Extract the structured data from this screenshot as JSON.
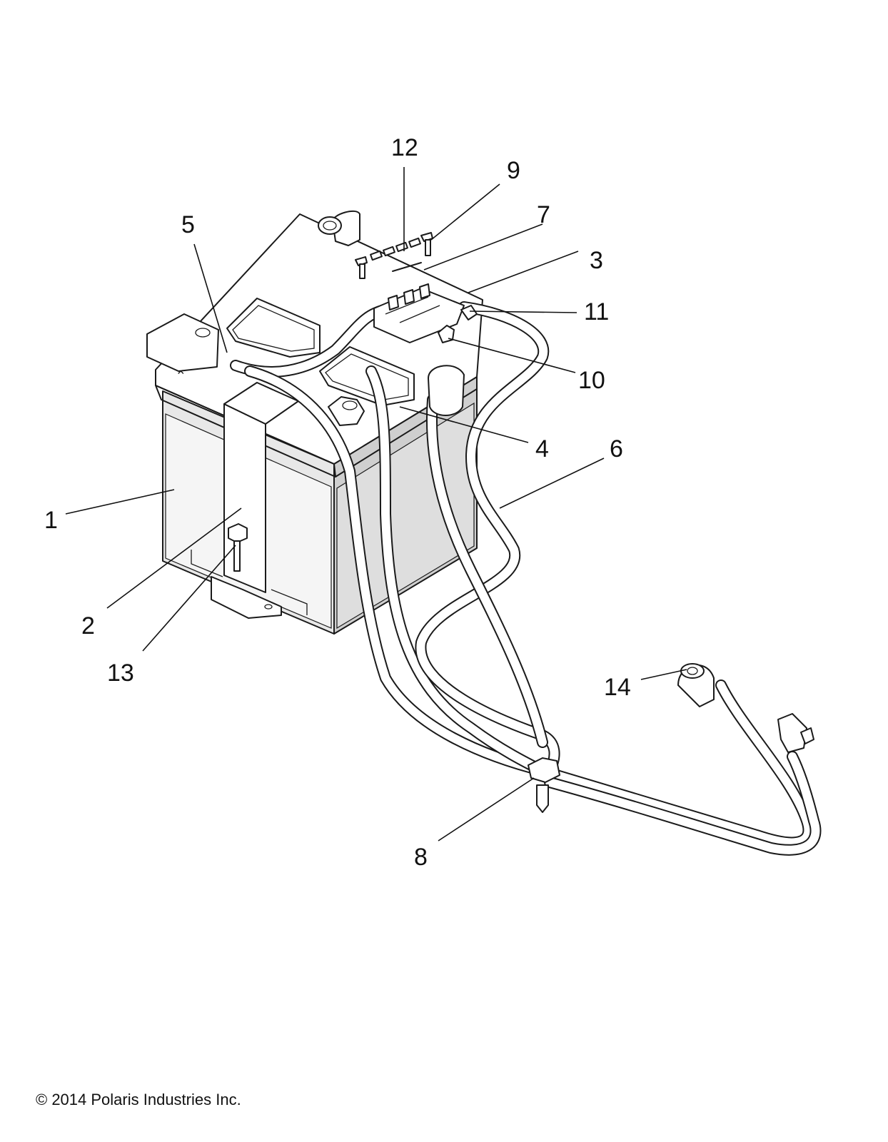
{
  "diagram": {
    "callouts": [
      {
        "id": "c1",
        "label": "1"
      },
      {
        "id": "c2",
        "label": "2"
      },
      {
        "id": "c3",
        "label": "3"
      },
      {
        "id": "c4",
        "label": "4"
      },
      {
        "id": "c5",
        "label": "5"
      },
      {
        "id": "c6",
        "label": "6"
      },
      {
        "id": "c7",
        "label": "7"
      },
      {
        "id": "c8",
        "label": "8"
      },
      {
        "id": "c9",
        "label": "9"
      },
      {
        "id": "c10",
        "label": "10"
      },
      {
        "id": "c11",
        "label": "11"
      },
      {
        "id": "c12",
        "label": "12"
      },
      {
        "id": "c13",
        "label": "13"
      },
      {
        "id": "c14",
        "label": "14"
      }
    ],
    "battery_marking": "×",
    "copyright": "© 2014 Polaris Industries Inc."
  }
}
